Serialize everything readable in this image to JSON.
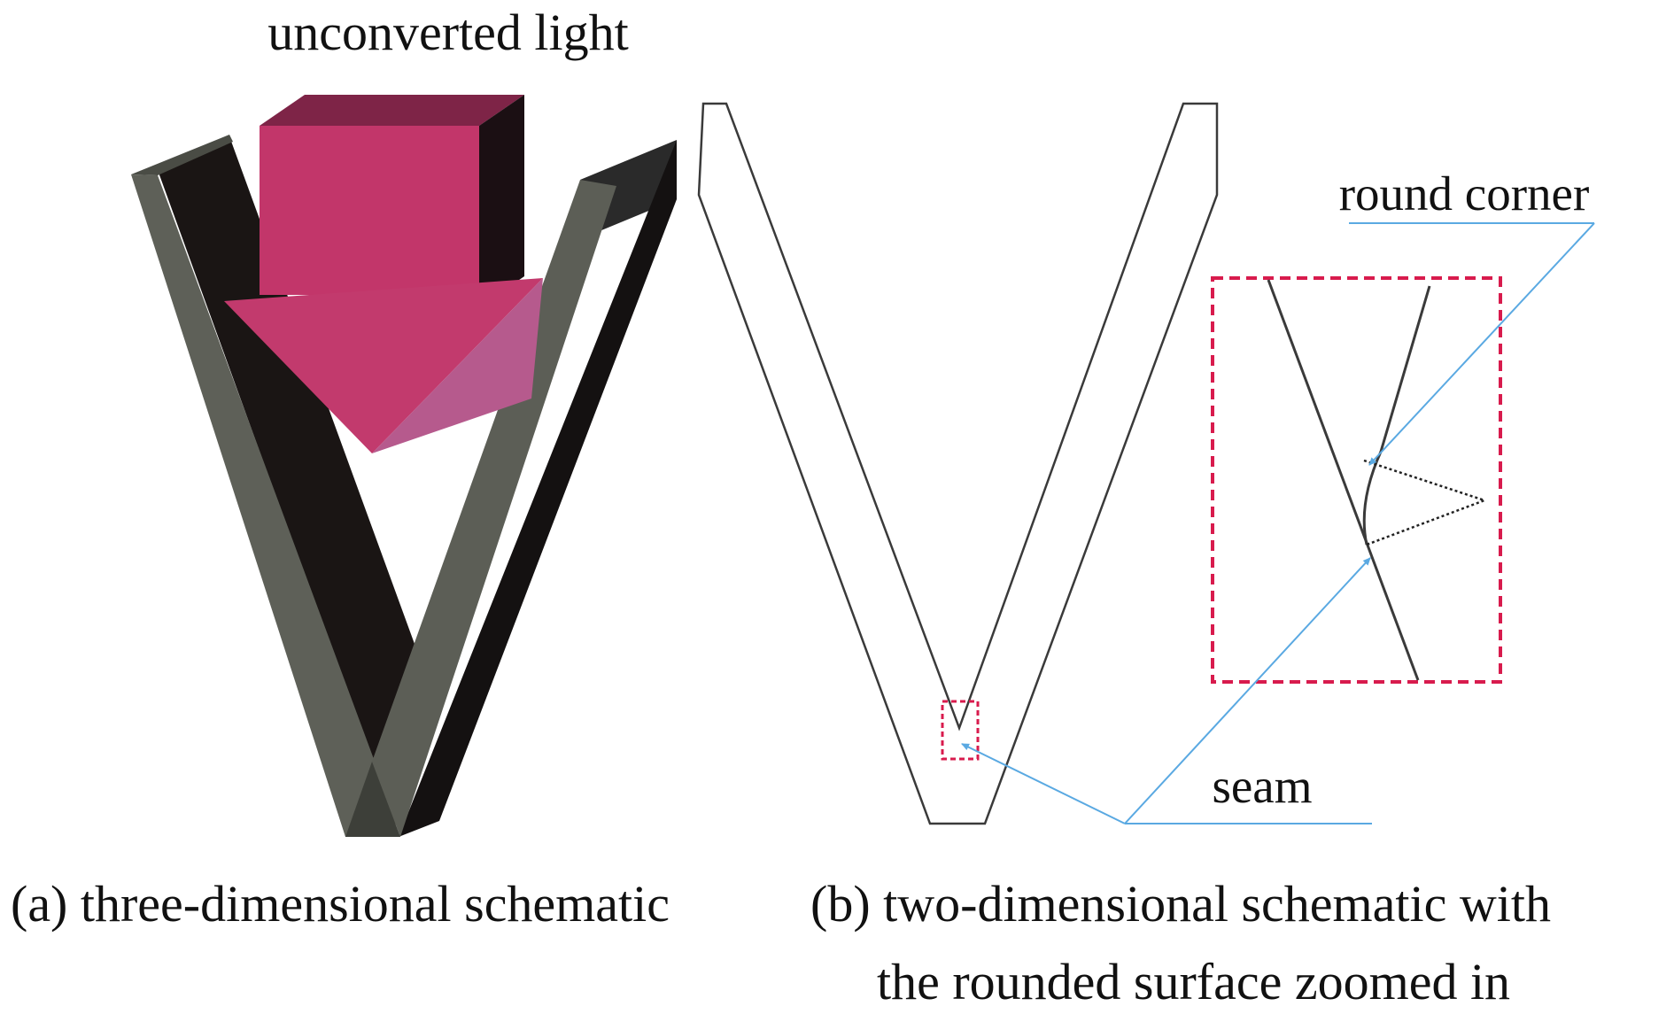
{
  "panel_a": {
    "light_label": "unconverted light",
    "caption": "(a) three-dimensional schematic"
  },
  "panel_b": {
    "round_corner_label": "round corner",
    "seam_label": "seam",
    "caption_line1": "(b) two-dimensional schematic with",
    "caption_line2": "the rounded surface zoomed in"
  },
  "colors": {
    "arrow_front": "#c2366a",
    "arrow_side": "#1a0e12",
    "arrow_top": "#7e2447",
    "v_face_gray": "#5d5f57",
    "v_face_black": "#151211",
    "zoom_box": "#d81b4d",
    "leader_line": "#5aa9e2",
    "outline": "#3a3a3a"
  }
}
